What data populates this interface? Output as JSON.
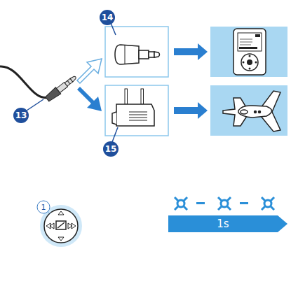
{
  "diagram": {
    "labels": [
      "14",
      "13",
      "15",
      "1",
      "1s"
    ]
  }
}
